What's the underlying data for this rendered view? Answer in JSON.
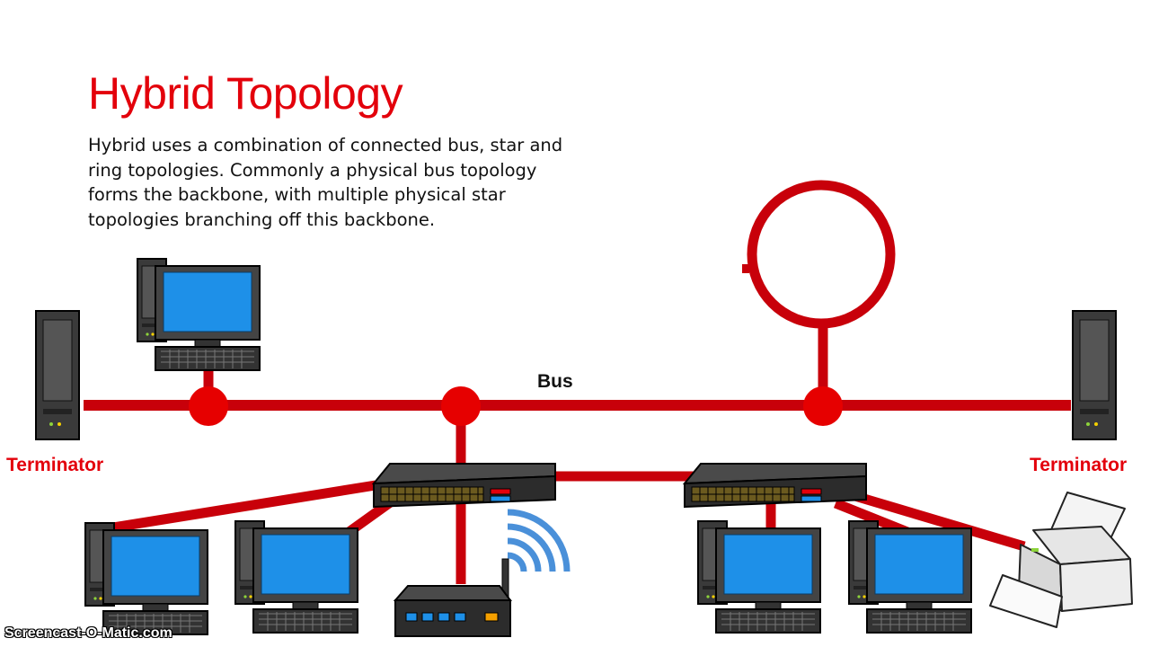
{
  "slide": {
    "title": "Hybrid Topology",
    "body": "Hybrid uses a combination of connected bus, star and ring topologies. Commonly a physical bus topology forms the backbone, with multiple physical star topologies branching off this backbone."
  },
  "labels": {
    "bus": "Bus",
    "terminator_left": "Terminator",
    "terminator_right": "Terminator"
  },
  "watermark": "Screencast-O-Matic.com",
  "colors": {
    "accent": "#e3000b",
    "cable": "#c8000a",
    "screen": "#1e90e8",
    "wifi": "#4a90d9"
  },
  "icons": [
    "tower-pc-icon",
    "desktop-computer-icon",
    "network-switch-icon",
    "wireless-router-icon",
    "wifi-signal-icon",
    "printer-icon",
    "ring-icon",
    "bus-node-icon"
  ]
}
